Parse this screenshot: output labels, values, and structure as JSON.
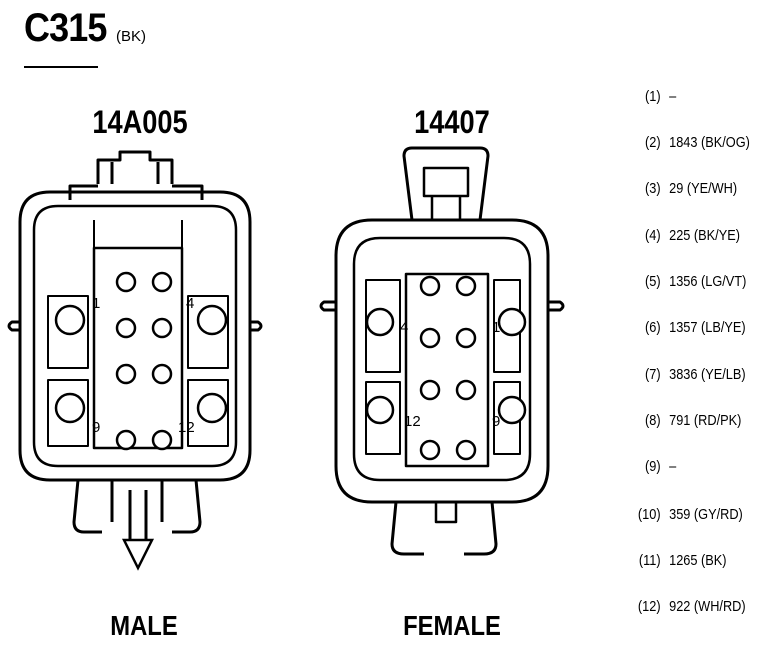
{
  "header": {
    "title": "C315",
    "color_code": "(BK)"
  },
  "connectors": {
    "male": {
      "part_number": "14A005",
      "gender": "MALE",
      "pin_labels": [
        "1",
        "4",
        "9",
        "12"
      ]
    },
    "female": {
      "part_number": "14407",
      "gender": "FEMALE",
      "pin_labels": [
        "4",
        "1",
        "12",
        "9"
      ]
    }
  },
  "pinout": [
    {
      "pin": "(1)",
      "circuit": "–"
    },
    {
      "pin": "(2)",
      "circuit": "1843 (BK/OG)"
    },
    {
      "pin": "(3)",
      "circuit": "29 (YE/WH)"
    },
    {
      "pin": "(4)",
      "circuit": "225 (BK/YE)"
    },
    {
      "pin": "(5)",
      "circuit": "1356 (LG/VT)"
    },
    {
      "pin": "(6)",
      "circuit": "1357 (LB/YE)"
    },
    {
      "pin": "(7)",
      "circuit": "3836 (YE/LB)"
    },
    {
      "pin": "(8)",
      "circuit": "791 (RD/PK)"
    },
    {
      "pin": "(9)",
      "circuit": "–"
    },
    {
      "pin": "(10)",
      "circuit": "359 (GY/RD)"
    },
    {
      "pin": "(11)",
      "circuit": "1265 (BK)"
    },
    {
      "pin": "(12)",
      "circuit": "922 (WH/RD)"
    }
  ]
}
